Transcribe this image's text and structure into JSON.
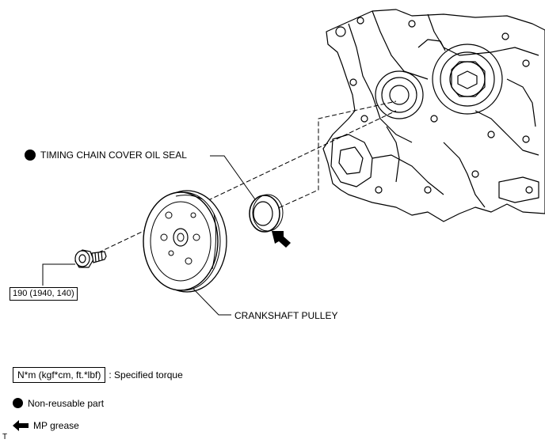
{
  "callouts": {
    "oil_seal": "TIMING CHAIN COVER OIL SEAL",
    "pulley": "CRANKSHAFT PULLEY",
    "torque_value": "190 (1940, 140)"
  },
  "legend": {
    "torque_unit": "N*m (kgf*cm, ft.*lbf)",
    "torque_desc": ": Specified torque",
    "non_reusable": "Non-reusable part",
    "grease": "MP grease"
  },
  "corner_mark": "T",
  "icons": {
    "non_reusable": "filled-circle-icon",
    "grease": "left-arrow-icon"
  },
  "colors": {
    "line": "#000000",
    "background": "#ffffff"
  }
}
